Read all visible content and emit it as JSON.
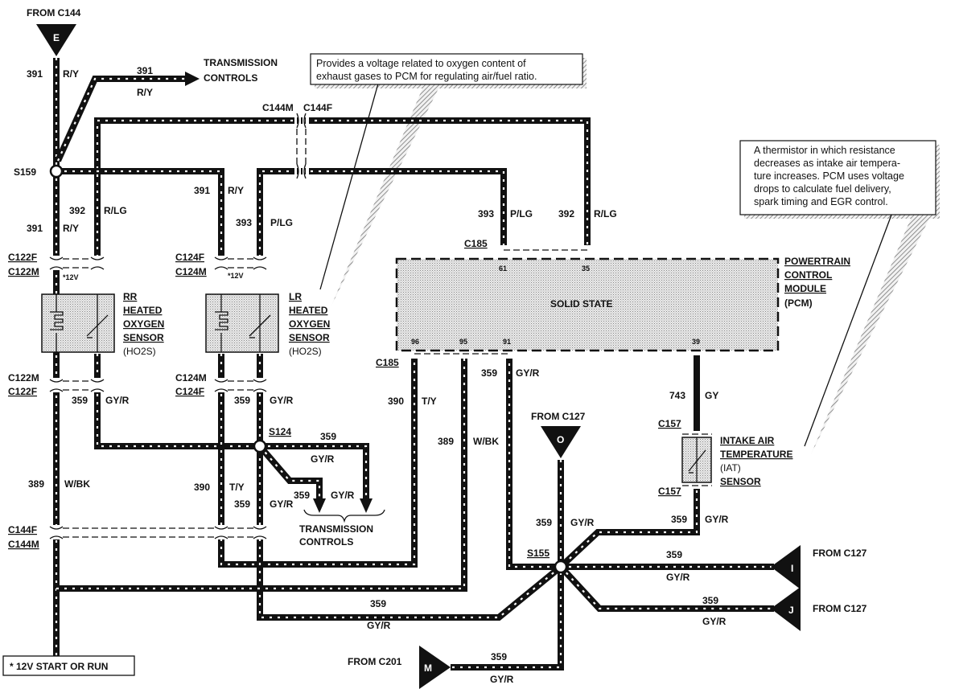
{
  "labels": {
    "from_c144": "FROM C144",
    "conn_e": "E",
    "w391_a": "391",
    "ry_a": "R/Y",
    "w391_b": "391",
    "ry_b": "R/Y",
    "trans_top_1": "TRANSMISSION",
    "trans_top_2": "CONTROLS",
    "c144m_top": "C144M",
    "c144f_top": "C144F",
    "s159": "S159",
    "w392_l": "392",
    "rlg_l": "R/LG",
    "w391_c": "391",
    "ry_c": "R/Y",
    "w391_d": "391",
    "ry_d": "R/Y",
    "w393_l": "393",
    "plg_l": "P/LG",
    "w393_r": "393",
    "plg_r": "P/LG",
    "w392_r": "392",
    "rlg_r": "R/LG",
    "c185_top": "C185",
    "pin61": "61",
    "pin35": "35",
    "c122f_top": "C122F",
    "c122m_top": "C122M",
    "c124f_top": "C124F",
    "c124m_top": "C124M",
    "star12v_l": "*12V",
    "star12v_r": "*12V",
    "rr_1": "RR",
    "rr_2": "HEATED",
    "rr_3": "OXYGEN",
    "rr_4": "SENSOR",
    "rr_5": "(HO2S)",
    "lr_1": "LR",
    "lr_2": "HEATED",
    "lr_3": "OXYGEN",
    "lr_4": "SENSOR",
    "lr_5": "(HO2S)",
    "pcm_1": "POWERTRAIN",
    "pcm_2": "CONTROL",
    "pcm_3": "MODULE",
    "pcm_4": "(PCM)",
    "solid_state": "SOLID STATE",
    "pin96": "96",
    "pin95": "95",
    "pin91": "91",
    "pin39": "39",
    "c185_bot": "C185",
    "c122m_bot": "C122M",
    "c122f_bot": "C122F",
    "c124m_bot": "C124M",
    "c124f_bot": "C124F",
    "w359_1": "359",
    "gyr_1": "GY/R",
    "w359_2": "359",
    "gyr_2": "GY/R",
    "w359_3": "359",
    "gyr_3": "GY/R",
    "w390_r": "390",
    "ty_r": "T/Y",
    "w743": "743",
    "gy_743": "GY",
    "c157_top": "C157",
    "c157_bot": "C157",
    "iat_1": "INTAKE AIR",
    "iat_2": "TEMPERATURE",
    "iat_3": "(IAT)",
    "iat_4": "SENSOR",
    "from_c127_o": "FROM C127",
    "conn_o": "O",
    "s124": "S124",
    "w359_s124": "359",
    "gyr_s124": "GY/R",
    "w359_s124b": "359",
    "gyr_s124b": "GY/R",
    "trans_bot_1": "TRANSMISSION",
    "trans_bot_2": "CONTROLS",
    "w389_r": "389",
    "wbk_r": "W/BK",
    "w389_l": "389",
    "wbk_l": "W/BK",
    "w390_l": "390",
    "ty_l": "T/Y",
    "w359_4": "359",
    "gyr_4": "GY/R",
    "c144f_bot": "C144F",
    "c144m_bot": "C144M",
    "w359_5": "359",
    "gyr_5": "GY/R",
    "w359_iat": "359",
    "gyr_iat": "GY/R",
    "s155": "S155",
    "w359_i": "359",
    "gyr_i": "GY/R",
    "from_c127_i": "FROM C127",
    "conn_i": "I",
    "w359_j": "359",
    "gyr_j": "GY/R",
    "from_c127_j": "FROM C127",
    "conn_j": "J",
    "w359_bot": "359",
    "gyr_bot": "GY/R",
    "from_c201": "FROM C201",
    "conn_m": "M",
    "w359_m": "359",
    "gyr_m": "GY/R",
    "legend_12v": "* 12V START OR RUN"
  },
  "notes": {
    "ho2s_1": "Provides a voltage related to oxygen content of",
    "ho2s_2": "exhaust gases to PCM for regulating air/fuel ratio.",
    "iat_1": "A thermistor in which resistance",
    "iat_2": "decreases as intake air tempera-",
    "iat_3": "ture increases. PCM uses voltage",
    "iat_4": "drops to calculate fuel delivery,",
    "iat_5": "spark timing and EGR control."
  }
}
